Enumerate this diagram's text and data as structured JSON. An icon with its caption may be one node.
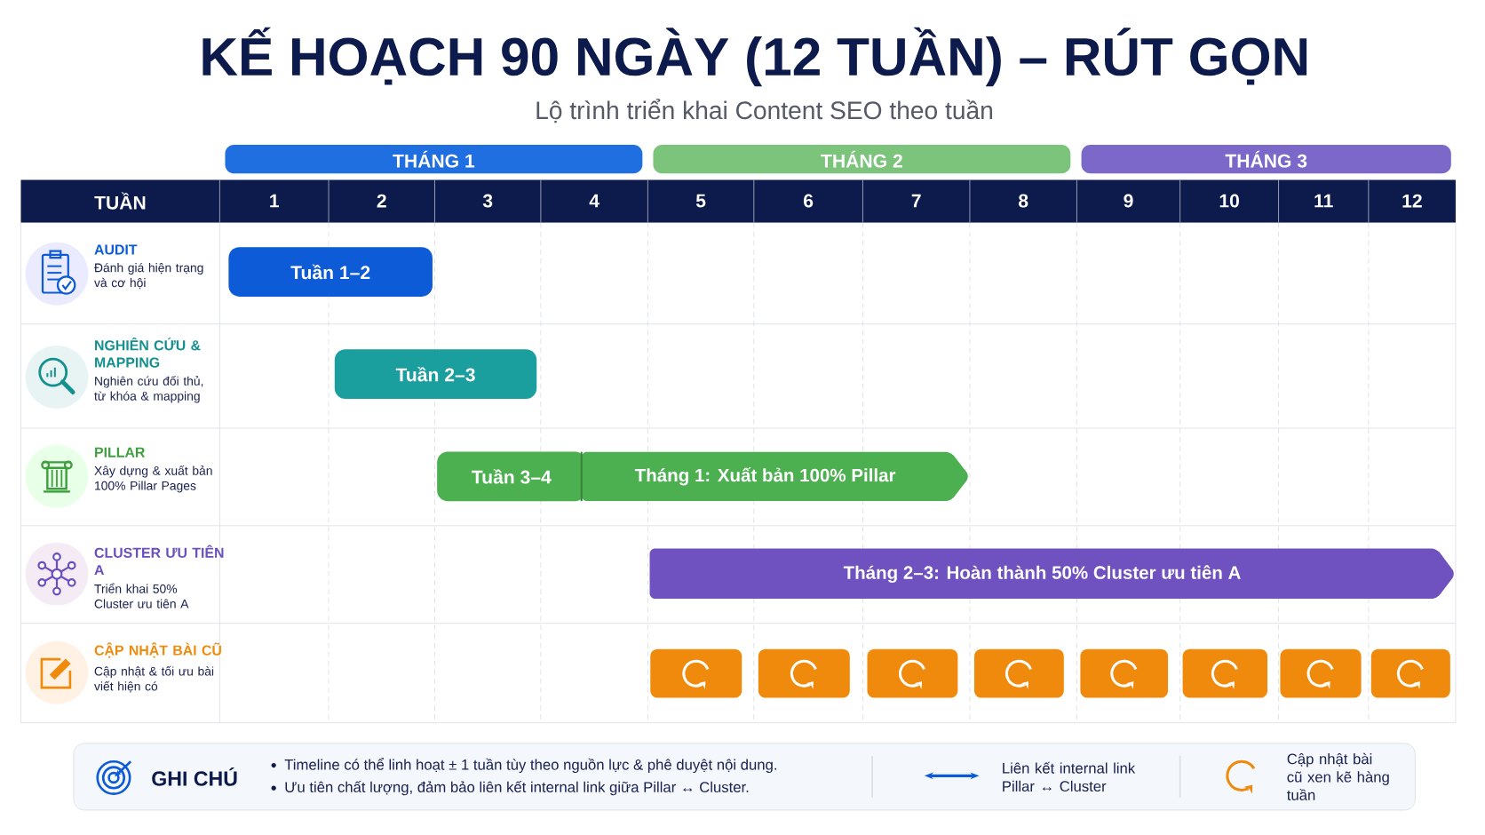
{
  "diagram": {
    "title": "KẾ HOẠCH 90 NGÀY (12 TUẦN) – RÚT GỌN",
    "nodes": [
      {
        "text": [
          "THÁNG 1"
        ]
      },
      {
        "text": [
          "THÁNG 2"
        ]
      },
      {
        "text": [
          "THÁNG 3"
        ]
      },
      {
        "text": [
          "Tuần 1–2"
        ]
      },
      {
        "text": [
          "Tuần 2–3"
        ]
      },
      {
        "text": [
          "Tuần 3–4"
        ]
      },
      {
        "text": [
          "Tháng 1: Xuất bản 100% Pillar"
        ]
      },
      {
        "text": [
          "Tháng 2–3: Hoàn thành 50% Cluster ưu tiên A"
        ]
      },
      {
        "text": [],
        "shape": "box"
      },
      {
        "text": [],
        "shape": "box"
      },
      {
        "text": [],
        "shape": "box"
      },
      {
        "text": [],
        "shape": "box"
      },
      {
        "text": [],
        "shape": "box"
      },
      {
        "text": [],
        "shape": "box"
      },
      {
        "text": [],
        "shape": "box"
      },
      {
        "text": [],
        "shape": "box"
      },
      {
        "text": [
          "GHI CHÚ",
          "Timeline có thể linh hoạt ± 1 tuần tùy theo nguồn lực & phê duyệt nội dung.",
          "Ưu tiên chất lượng, đảm bảo liên kết internal link giữa Pillar ↔ Cluster."
        ]
      }
    ],
    "labels": [
      "Lộ trình triển khai Content SEO theo tuần",
      "TUẦN",
      "1",
      "2",
      "3",
      "4",
      "5",
      "6",
      "7",
      "8",
      "9",
      "10",
      "11",
      "12",
      "AUDIT",
      "Đánh giá hiện trạng và cơ hội",
      "NGHIÊN CỨU & MAPPING",
      "Nghiên cứu đối thủ, từ khóa & mapping",
      "PILLAR",
      "Xây dựng & xuất bản 100% Pillar Pages",
      "CLUSTER ƯU TIÊN A",
      "Triển khai 50% Cluster ưu tiên A",
      "CẬP NHẬT BÀI CŨ",
      "Cập nhật & tối ưu bài viết hiện có"
    ],
    "legend": [
      {
        "text": "Liên kết internal link Pillar ↔ Cluster"
      },
      {
        "text": "Cập nhật bài cũ xen kẽ hàng tuần"
      }
    ]
  }
}
